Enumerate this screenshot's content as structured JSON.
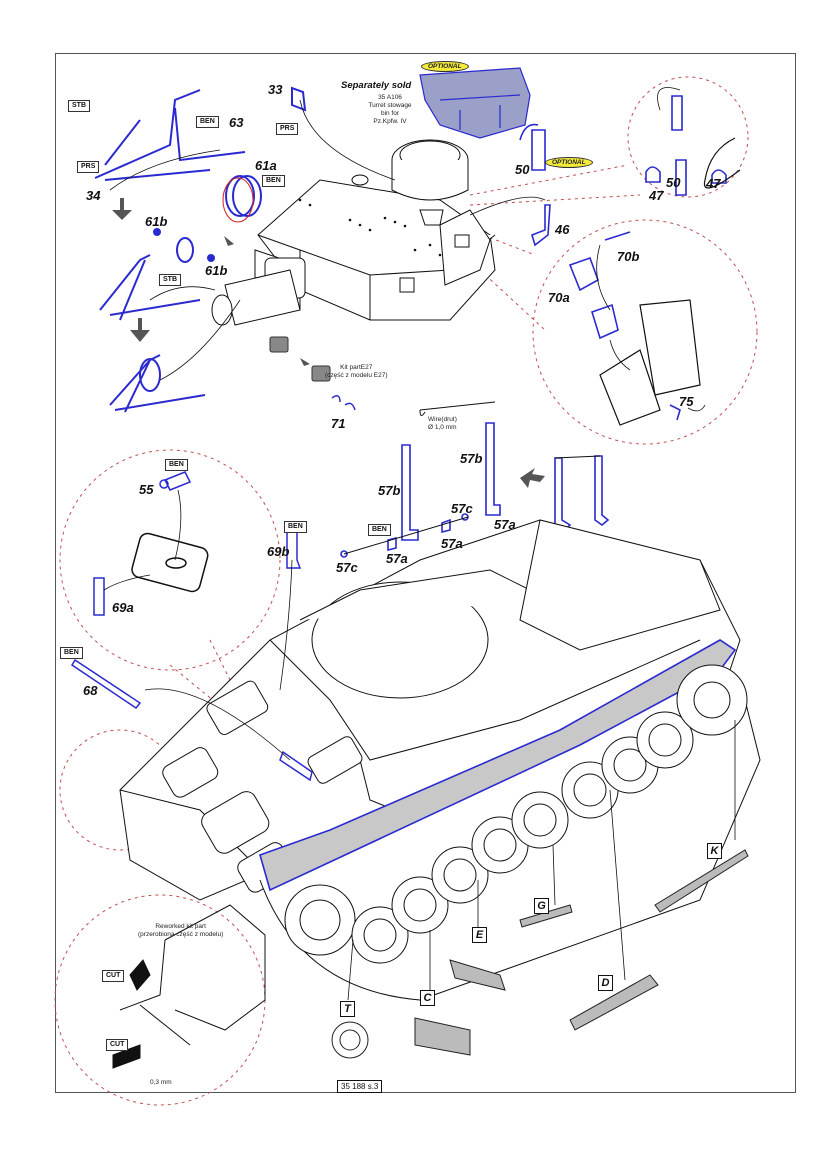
{
  "page": {
    "page_number": "35 188 s.3",
    "accent_blue": "#2a2ad0",
    "detail_circle_color": "#c05050",
    "optional_badge_color": "#f3ea3c"
  },
  "badges": {
    "optional": "OPTIONAL",
    "ben": "BEN",
    "stb": "STB",
    "prs": "PRS",
    "cut": "CUT"
  },
  "separately_sold": {
    "title": "Separately sold",
    "line1": "35 A106",
    "line2": "Turret stowage",
    "line3": "bin for",
    "line4": "Pz.Kpfw. IV"
  },
  "notes": {
    "kit_part_line1": "Kit partE27",
    "kit_part_line2": "(część z modelu E27)",
    "wire_line1": "Wire(drut)",
    "wire_line2": "Ø 1,0 mm",
    "reworked_line1": "Reworked kit part",
    "reworked_line2": "(przerobiona część z modelu)",
    "dimension": "0,3 mm"
  },
  "part_labels": {
    "p33": "33",
    "p34": "34",
    "p63": "63",
    "p61a": "61a",
    "p61b_left": "61b",
    "p61b_right": "61b",
    "p50": "50",
    "p50_detail": "50",
    "p47_left": "47",
    "p47_right": "47",
    "p46": "46",
    "p70a": "70a",
    "p70b": "70b",
    "p75": "75",
    "p71": "71",
    "p55": "55",
    "p69a": "69a",
    "p69b": "69b",
    "p68": "68",
    "p57b_left": "57b",
    "p57b_right": "57b",
    "p57a_1": "57a",
    "p57a_2": "57a",
    "p57a_3": "57a",
    "p57c_1": "57c",
    "p57c_2": "57c"
  },
  "tool_labels": {
    "T": "T",
    "C": "C",
    "E": "E",
    "G": "G",
    "D": "D",
    "K": "K"
  }
}
